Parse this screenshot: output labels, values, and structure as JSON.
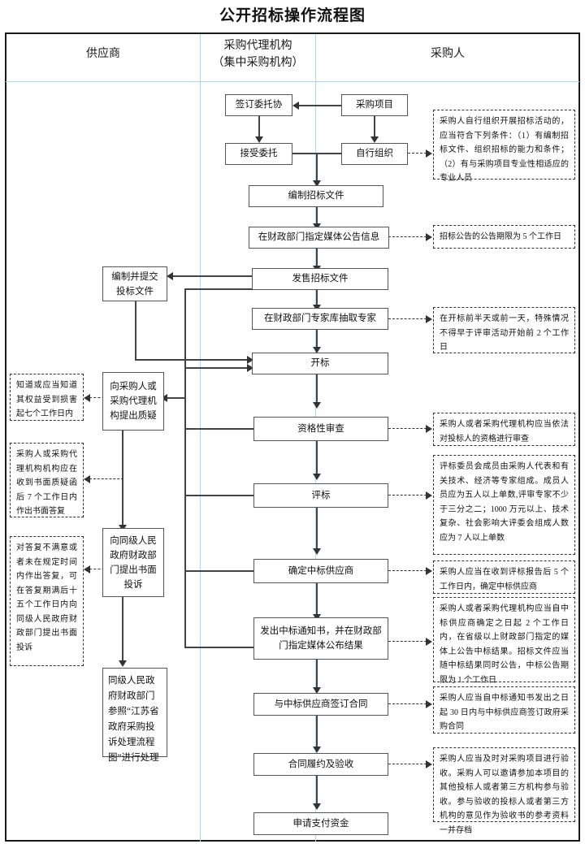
{
  "title": "公开招标操作流程图",
  "lanes": [
    {
      "id": "supplier",
      "label": "供应商"
    },
    {
      "id": "agency",
      "label": "采购代理机构\n（集中采购机构）"
    },
    {
      "id": "purchaser",
      "label": "采购人"
    }
  ],
  "lane_heads": {
    "supplier": "供应商",
    "agency_line1": "采购代理机构",
    "agency_line2": "（集中采购机构）",
    "purchaser": "采购人"
  },
  "nodes": {
    "project": "采购项目",
    "sign_entrust": "签订委托协",
    "accept_entrust": "接受委托",
    "self_organize": "自行组织",
    "prepare_docs": "编制招标文件",
    "announce": "在财政部门指定媒体公告信息",
    "sell_docs": "发售招标文件",
    "bidder_prepare": "编制并提交\n投标文件",
    "draw_experts": "在财政部门专家库抽取专家",
    "open_bid": "开标",
    "qualification": "资格性审查",
    "evaluate": "评标",
    "determine_winner": "确定中标供应商",
    "notice_publish": "发出中标通知书，并在财政部\n门指定媒体公布结果",
    "sign_contract": "与中标供应商签订合同",
    "perform_accept": "合同履约及验收",
    "apply_payment": "申请支付资金",
    "raise_query": "向采购人或\n采购代理机\n构提出质疑",
    "file_complaint": "向同级人民\n政府财政部\n门提出书面\n投诉",
    "handle_complaint": "同级人民政府财政部门参照“江苏省政府采购投诉处理流程图”进行处理"
  },
  "notes": {
    "self_organize_conditions": "采购人自行组织开展招标活动的，应当符合下列条件：（1）有编制招标文件、组织招标的能力和条件；（2）有与采购项目专业性相适应的专业人员",
    "announce_period": "招标公告的公告期限为 5 个工作日",
    "expert_timing": "在开标前半天或前一天，特殊情况不得早于评审活动开始前 2 个工作日",
    "qualification_review": "采购人或者采购代理机构应当依法对投标人的资格进行审查",
    "evaluation_committee": "评标委员会成员由采购人代表和有关技术、经济等专家组成。成员人员应为五人以上单数,评审专家不少于三分之二；1000 万元以上、技术复杂、社会影响大评委会组成人数应为 7 人以上单数",
    "determine_winner_period": "采购人应当在收到评标报告后 5 个工作日内，确定中标供应商",
    "publish_result_period": "采购人或者采购代理机构应当自中标供应商确定之日起 2 个工作日内，在省级以上财政部门指定的媒体上公告中标结果。招标文件应当随中标结果同时公告，中标公告期限为 1 个工作日",
    "contract_period": "采购人应当自中标通知书发出之日起 30 日内与中标供应商签订政府采购合同",
    "acceptance_rules": "采购人应当及时对采购项目进行验收。采购人可以邀请参加本项目的其他投标人或者第三方机构参与验收。参与验收的投标人或者第三方机构的意见作为验收书的参考资料一并存档",
    "query_deadline": "知道或应当知道其权益受到损害起七个工作日内",
    "query_reply": "采购人或采购代理机构机构应在收到书面质疑函后 7 个工作日内作出书面答复",
    "complaint_deadline": "对答复不满意或者未在规定时间内作出答复，可在答复期满后十五个工作日内向同级人民政府财政部门提出书面投诉"
  }
}
